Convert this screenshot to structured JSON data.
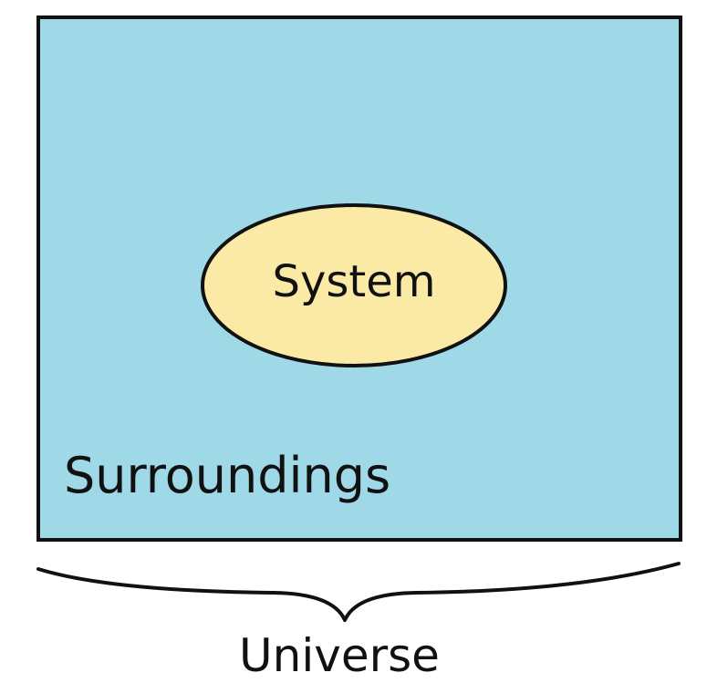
{
  "diagram": {
    "system_label": "System",
    "surroundings_label": "Surroundings",
    "universe_label": "Universe"
  },
  "colors": {
    "surroundings_fill": "#9fd9e8",
    "system_fill": "#fbeaa6",
    "outline": "#111111"
  }
}
